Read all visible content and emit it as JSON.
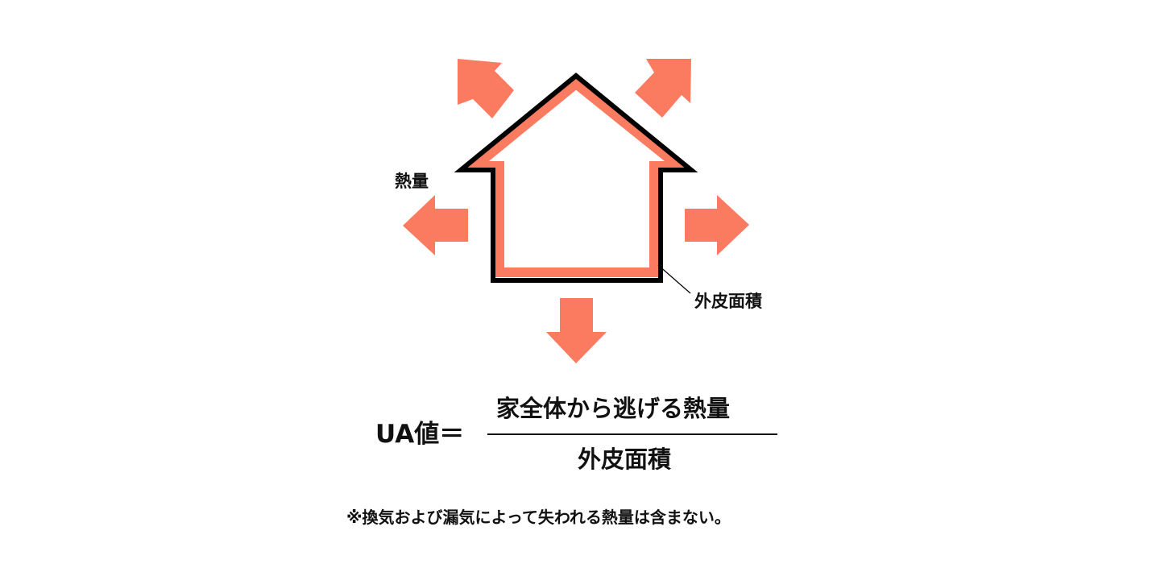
{
  "diagram": {
    "heat_label": "熱量",
    "envelope_label": "外皮面積"
  },
  "formula": {
    "lhs": "UA値＝",
    "numerator": "家全体から逃げる熱量",
    "denominator": "外皮面積"
  },
  "footnote": "※換気および漏気によって失われる熱量は含まない。",
  "colors": {
    "arrow": "#fa7b5f",
    "house_outline": "#000000",
    "background": "#ffffff"
  }
}
